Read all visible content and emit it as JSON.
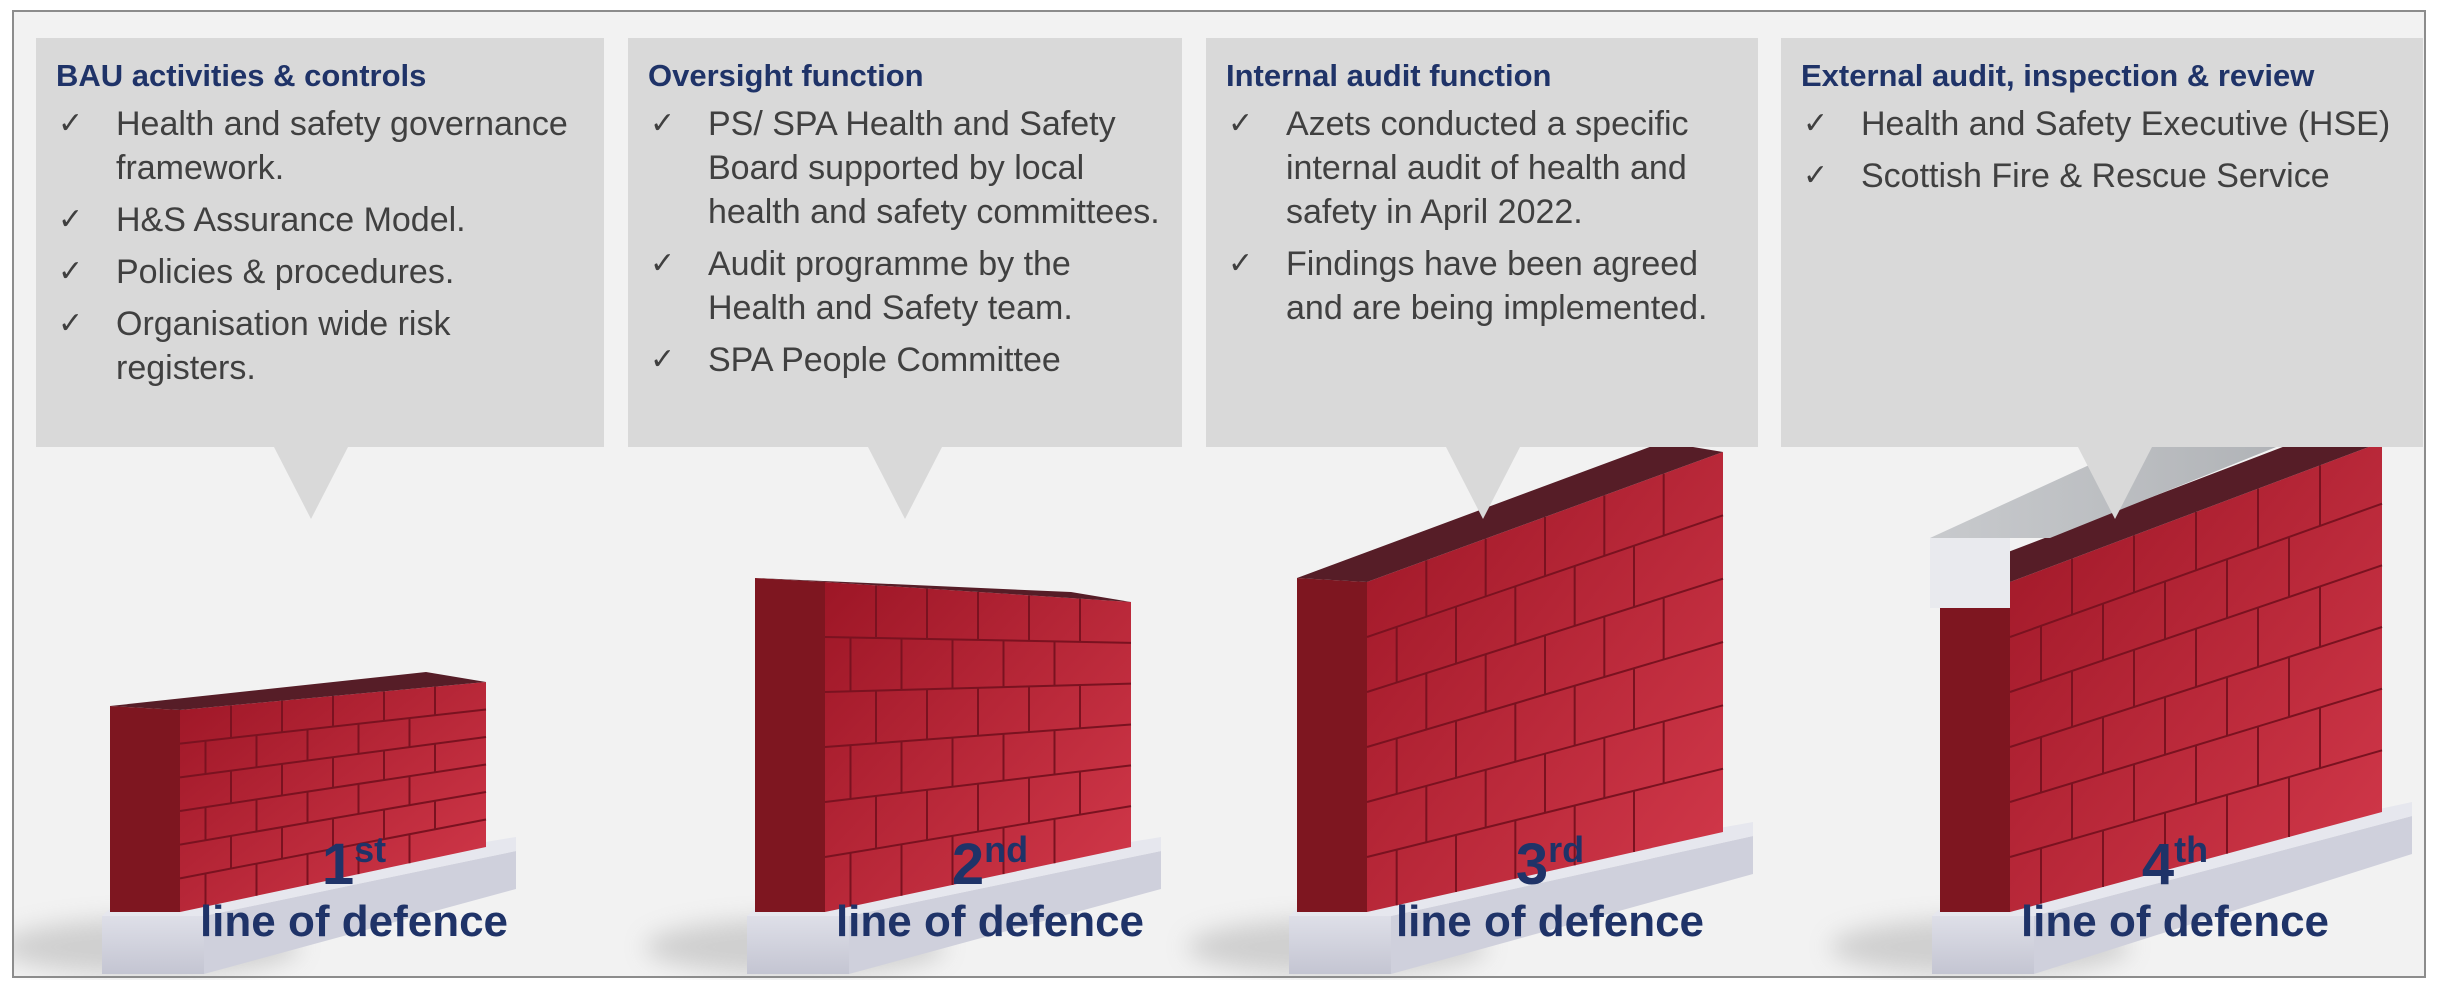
{
  "colors": {
    "panel": "#d9d9d9",
    "heading": "#1f3368",
    "body_text": "#404040",
    "brick": "#b31e2f",
    "brick_top": "#561d27",
    "base": "#cfd0dc"
  },
  "icons": {
    "bullet": "check-icon"
  },
  "check_mark": "✓",
  "lines": [
    {
      "heading": "BAU activities & controls",
      "items": [
        "Health and safety governance framework.",
        "H&S Assurance Model.",
        "Policies & procedures.",
        "Organisation wide risk registers."
      ],
      "ordinal_number": "1",
      "ordinal_suffix": "st",
      "label": "line of defence"
    },
    {
      "heading": "Oversight function",
      "items": [
        "PS/ SPA Health and Safety Board supported by local health and safety committees.",
        "Audit programme by the Health and Safety team.",
        "SPA People Committee"
      ],
      "ordinal_number": "2",
      "ordinal_suffix": "nd",
      "label": "line of defence"
    },
    {
      "heading": "Internal audit function",
      "items": [
        "Azets conducted a specific internal audit of health and safety in April 2022.",
        "Findings have been agreed and are being implemented."
      ],
      "ordinal_number": "3",
      "ordinal_suffix": "rd",
      "label": "line of defence"
    },
    {
      "heading": "External audit, inspection & review",
      "items": [
        "Health and Safety Executive (HSE)",
        "Scottish Fire & Rescue Service"
      ],
      "ordinal_number": "4",
      "ordinal_suffix": "th",
      "label": "line of defence"
    }
  ]
}
